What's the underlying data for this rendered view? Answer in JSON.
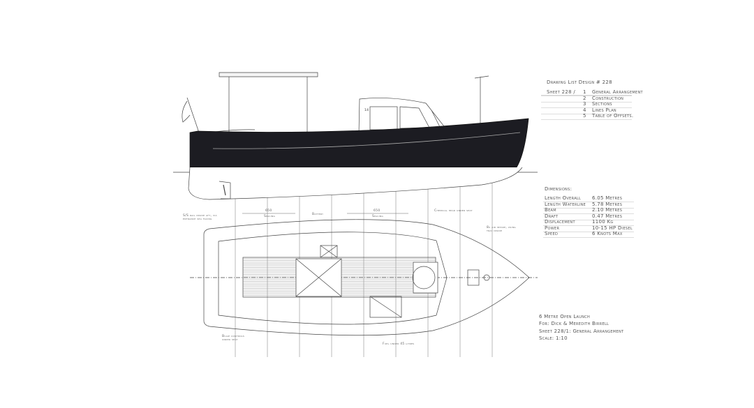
{
  "drawing_list": {
    "title": "Drawing List Design # 228",
    "sheet_label": "Sheet 228 /",
    "sheets": [
      {
        "number": "1",
        "name": "General Arrangement"
      },
      {
        "number": "2",
        "name": "Construction"
      },
      {
        "number": "3",
        "name": "Sections"
      },
      {
        "number": "4",
        "name": "Lines Plan"
      },
      {
        "number": "5",
        "name": "Table of Offsets."
      }
    ]
  },
  "dimensions": {
    "title": "Dimensions:",
    "rows": [
      {
        "label": "Length Overall",
        "value": "6.05 Metres"
      },
      {
        "label": "Length Waterline",
        "value": "5.78 Metres"
      },
      {
        "label": "Beam",
        "value": "2.10 Metres"
      },
      {
        "label": "Draft",
        "value": "0.47 Metres"
      },
      {
        "label": "Displacement",
        "value": "1100 Kg"
      },
      {
        "label": "Power",
        "value": "10-15 HP Diesel"
      },
      {
        "label": "Speed",
        "value": "6 Knots Max"
      }
    ]
  },
  "title_block": {
    "name": "6 Metre Open Launch",
    "client": "For: Dick & Meredith Birrell",
    "sheet": "Sheet 228/1: General Arrangement",
    "scale": "Scale: 1:10"
  },
  "annotations": {
    "stern_note": "S/S rail inside aft, via entrance sea facing",
    "spacing_left_value": "650",
    "spacing_left_label": "Spacing",
    "battery": "Battery",
    "spacing_right_value": "650",
    "spacing_right_label": "Spacing",
    "head": "Chemical head under seat",
    "bow_note": "8x air intake, using tray inside",
    "bilge": "Bilge controls under seat",
    "fuel": "Fuel under 45 litres",
    "hull_number": "14"
  },
  "colors": {
    "hull": "#1c1c22",
    "ink": "#333333"
  }
}
